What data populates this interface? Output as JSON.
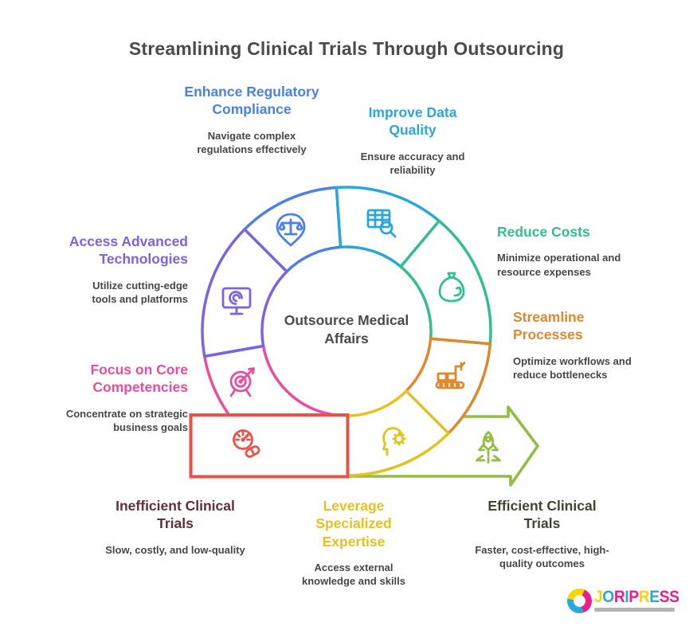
{
  "title": "Streamlining Clinical Trials Through Outsourcing",
  "center": {
    "label": "Outsource Medical Affairs"
  },
  "benefits": [
    {
      "id": "regulatory",
      "title": "Enhance Regulatory Compliance",
      "subtitle": "Navigate complex regulations effectively",
      "color": "#4A80E8",
      "icon": "scales-pin-icon"
    },
    {
      "id": "data-quality",
      "title": "Improve Data Quality",
      "subtitle": "Ensure accuracy and reliability",
      "color": "#29A7DC",
      "icon": "table-magnifier-icon"
    },
    {
      "id": "reduce-costs",
      "title": "Reduce Costs",
      "subtitle": "Minimize operational and resource expenses",
      "color": "#32BE8E",
      "icon": "money-bag-icon"
    },
    {
      "id": "streamline",
      "title": "Streamline Processes",
      "subtitle": "Optimize workflows and reduce bottlenecks",
      "color": "#E1882D",
      "icon": "conveyor-icon"
    },
    {
      "id": "technologies",
      "title": "Access Advanced Technologies",
      "subtitle": "Utilize cutting-edge tools and platforms",
      "color": "#7B63E2",
      "icon": "monitor-spiral-icon"
    },
    {
      "id": "competencies",
      "title": "Focus on Core Competencies",
      "subtitle": "Concentrate on strategic business goals",
      "color": "#EB4D9E",
      "icon": "target-dart-icon"
    },
    {
      "id": "expertise",
      "title": "Leverage Specialized Expertise",
      "subtitle": "Access external knowledge and skills",
      "color": "#E5C31C",
      "icon": "head-gear-icon"
    }
  ],
  "flow": {
    "input": {
      "title": "Inefficient Clinical Trials",
      "subtitle": "Slow, costly, and low-quality",
      "title_color": "#5E3038",
      "color": "#EA5248",
      "icon": "speedometer-pill-icon"
    },
    "output": {
      "title": "Efficient Clinical Trials",
      "subtitle": "Faster, cost-effective, high-quality outcomes",
      "title_color": "#3E4530",
      "color": "#90BE42",
      "icon": "rocket-launch-icon"
    }
  },
  "logo": {
    "name": "JORIPRESS",
    "letters": [
      {
        "ch": "J",
        "color": "#F6D500"
      },
      {
        "ch": "O",
        "color": "#29A8DC"
      },
      {
        "ch": "R",
        "color": "#EC1E8C"
      },
      {
        "ch": "I",
        "color": "#29A8DC"
      },
      {
        "ch": "P",
        "color": "#EC1E8C"
      },
      {
        "ch": "R",
        "color": "#F6D500"
      },
      {
        "ch": "E",
        "color": "#29A8DC"
      },
      {
        "ch": "S",
        "color": "#EC1E8C"
      },
      {
        "ch": "S",
        "color": "#EC1E8C"
      }
    ],
    "ring_colors": [
      "#29A8DC",
      "#EC1E8C",
      "#F6D500"
    ]
  }
}
